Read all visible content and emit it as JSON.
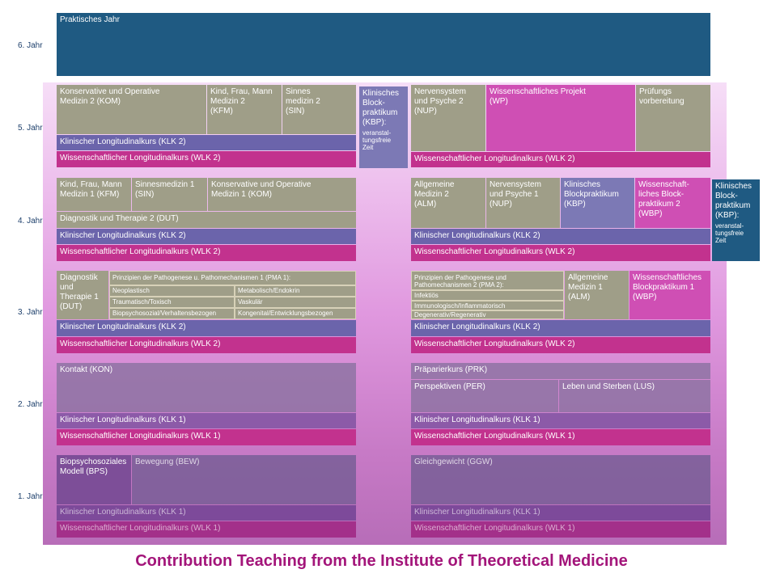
{
  "years": [
    "6. Jahr",
    "5. Jahr",
    "4. Jahr",
    "3. Jahr",
    "2. Jahr",
    "1. Jahr"
  ],
  "title": "Contribution Teaching from the Institute of Theoretical Medicine",
  "y6": {
    "pj": "Praktisches Jahr"
  },
  "y5": {
    "kom": "Konservative und   Operative\nMedizin 2 (KOM)",
    "kfm": "Kind, Frau, Mann\nMedizin 2\n(KFM)",
    "sin": "Sinnes\nmedizin 2\n(SIN)",
    "klk": "Klinischer Longitudinalkurs (KLK 2)",
    "wlk": "Wissenschaftlicher Longitudinalkurs (WLK 2)",
    "kbp": "Klinisches\nBlock-\npraktikum\n(KBP):",
    "kbp_note": "veranstal-\ntungsfreie\nZeit",
    "nup": "Nervensystem\nund Psyche 2\n(NUP)",
    "wp": "Wissenschaftliches Projekt\n(WP)",
    "pv": "Prüfungs\nvorbereitung",
    "wlk_r": "Wissenschaftlicher Longitudinalkurs (WLK 2)"
  },
  "y4": {
    "kfm": "Kind, Frau, Mann\nMedizin 1 (KFM)",
    "sin": "Sinnesmedizin 1\n(SIN)",
    "kom": "Konservative und   Operative\nMedizin 1 (KOM)",
    "dut": "Diagnostik und Therapie 2 (DUT)",
    "klk": "Klinischer Longitudinalkurs (KLK 2)",
    "wlk": "Wissenschaftlicher Longitudinalkurs (WLK 2)",
    "alm": "Allgemeine\nMedizin 2\n(ALM)",
    "nup": "Nervensystem\nund Psyche 1\n(NUP)",
    "kbp": "Klinisches\nBlockpraktikum\n(KBP)",
    "wbp": "Wissenschaft-\nliches Block-\npraktikum 2\n(WBP)",
    "kbp_side": "Klinisches\nBlock-\npraktikum\n(KBP):",
    "kbp_side_note": "veranstal-\ntungsfreie\nZeit",
    "klk_r": "Klinischer Longitudinalkurs (KLK 2)",
    "wlk_r": "Wissenschaftlicher Longitudinalkurs (WLK 2)"
  },
  "y3": {
    "dut": "Diagnostik\nund\nTherapie 1\n(DUT)",
    "pma1": "Prinzipien der Pathogenese u. Pathomechanismen 1 (PMA 1):",
    "pma1_items": [
      "Neoplastisch",
      "Metabolisch/Endokrin",
      "Traumatisch/Toxisch",
      "Vaskulär",
      "Biopsychosozial/Verhaltensbezogen",
      "Kongenital/Entwicklungsbezogen"
    ],
    "klk": "Klinischer Longitudinalkurs (KLK 2)",
    "wlk": "Wissenschaftlicher Longitudinalkurs (WLK 2)",
    "pma2": "Prinzipien der  Pathogenese und\nPathomechanismen 2 (PMA 2):",
    "pma2_items": [
      "Infektiös",
      "Immunologisch/Inflammatorisch",
      "Degenerativ/Regenerativ"
    ],
    "alm": "Allgemeine\nMedizin 1\n(ALM)",
    "wbp": "Wissenschaftliches\nBlockpraktikum 1\n(WBP)",
    "klk_r": "Klinischer Longitudinalkurs (KLK 2)",
    "wlk_r": "Wissenschaftlicher Longitudinalkurs (WLK 2)"
  },
  "y2": {
    "kon": "Kontakt (KON)",
    "klk": "Klinischer Longitudinalkurs (KLK 1)",
    "wlk": "Wissenschaftlicher Longitudinalkurs (WLK 1)",
    "prk": "Präparierkurs (PRK)",
    "per": "Perspektiven (PER)",
    "lus": "Leben und Sterben (LUS)",
    "klk_r": "Klinischer Longitudinalkurs (KLK 1)",
    "wlk_r": "Wissenschaftlicher Longitudinalkurs (WLK 1)"
  },
  "y1": {
    "bps": "Biopsychosoziales\nModell (BPS)",
    "bew": "Bewegung (BEW)",
    "klk": "Klinischer Longitudinalkurs (KLK 1)",
    "wlk": "Wissenschaftlicher Longitudinalkurs (WLK 1)",
    "ggw": "Gleichgewicht (GGW)",
    "klk_r": "Klinischer Longitudinalkurs (KLK 1)",
    "wlk_r": "Wissenschaftlicher Longitudinalkurs (WLK 1)"
  },
  "colors": {
    "praktisches_jahr": "#1f5a82",
    "klk": "#6b64ab",
    "wlk": "#c2328e",
    "module": "#9f9e88",
    "title": "#a3157a"
  }
}
